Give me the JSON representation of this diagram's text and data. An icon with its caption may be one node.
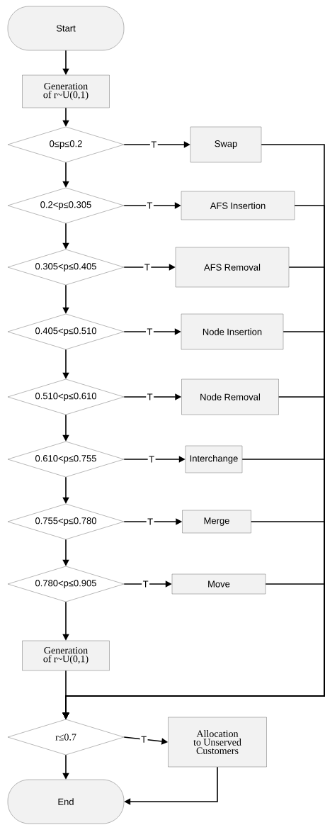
{
  "diagram": {
    "nodes": [
      {
        "text": [
          "Start"
        ]
      },
      {
        "text": [
          "Generation of r~U(0,1)"
        ]
      },
      {
        "text": [
          "0≤p≤0.2"
        ]
      },
      {
        "text": [
          "Swap"
        ]
      },
      {
        "text": [
          "0.2<p≤0.305"
        ]
      },
      {
        "text": [
          "AFS Insertion"
        ]
      },
      {
        "text": [
          "0.305<p≤0.405"
        ]
      },
      {
        "text": [
          "AFS Removal"
        ]
      },
      {
        "text": [
          "0.405<p≤0.510"
        ]
      },
      {
        "text": [
          "Node Insertion"
        ]
      },
      {
        "text": [
          "0.510<p≤0.610"
        ]
      },
      {
        "text": [
          "Node Removal"
        ]
      },
      {
        "text": [
          "0.610<p≤0.755"
        ]
      },
      {
        "text": [
          "Interchange"
        ]
      },
      {
        "text": [
          "0.755<p≤0.780"
        ]
      },
      {
        "text": [
          "Merge"
        ]
      },
      {
        "text": [
          "0.780<p≤0.905"
        ]
      },
      {
        "text": [
          "Move"
        ]
      },
      {
        "text": [
          "Generation of r~U(0,1)"
        ]
      },
      {
        "text": [
          "r≤0.7"
        ]
      },
      {
        "text": [
          "Allocation to Unserved Customers"
        ]
      },
      {
        "text": [
          "End"
        ]
      }
    ],
    "edges": [
      {
        "from": 0,
        "to": 1,
        "arrow": "to"
      },
      {
        "from": 1,
        "to": 2,
        "arrow": "to"
      },
      {
        "from": 2,
        "to": 3,
        "label": "T",
        "arrow": "to"
      },
      {
        "from": 2,
        "to": 4,
        "arrow": "to"
      },
      {
        "from": 4,
        "to": 5,
        "label": "T",
        "arrow": "to"
      },
      {
        "from": 4,
        "to": 6,
        "arrow": "to"
      },
      {
        "from": 6,
        "to": 7,
        "label": "T",
        "arrow": "to"
      },
      {
        "from": 6,
        "to": 8,
        "arrow": "to"
      },
      {
        "from": 8,
        "to": 9,
        "label": "T",
        "arrow": "to"
      },
      {
        "from": 8,
        "to": 10,
        "arrow": "to"
      },
      {
        "from": 10,
        "to": 11,
        "label": "T",
        "arrow": "to"
      },
      {
        "from": 10,
        "to": 12,
        "arrow": "to"
      },
      {
        "from": 12,
        "to": 13,
        "label": "T",
        "arrow": "to"
      },
      {
        "from": 12,
        "to": 14,
        "arrow": "to"
      },
      {
        "from": 14,
        "to": 15,
        "label": "T",
        "arrow": "to"
      },
      {
        "from": 14,
        "to": 16,
        "arrow": "to"
      },
      {
        "from": 16,
        "to": 17,
        "label": "T",
        "arrow": "to"
      },
      {
        "from": 16,
        "to": 18,
        "arrow": "to"
      },
      {
        "from": 18,
        "to": 19,
        "arrow": "to"
      },
      {
        "from": 3,
        "to": 19,
        "arrow": "to"
      },
      {
        "from": 5,
        "to": 19,
        "arrow": "to"
      },
      {
        "from": 7,
        "to": 19,
        "arrow": "to"
      },
      {
        "from": 9,
        "to": 19,
        "arrow": "to"
      },
      {
        "from": 11,
        "to": 19,
        "arrow": "to"
      },
      {
        "from": 13,
        "to": 19,
        "arrow": "to"
      },
      {
        "from": 15,
        "to": 19,
        "arrow": "to"
      },
      {
        "from": 17,
        "to": 19,
        "arrow": "to"
      },
      {
        "from": 19,
        "to": 20,
        "label": "T",
        "arrow": "to"
      },
      {
        "from": 19,
        "to": 21,
        "arrow": "to"
      },
      {
        "from": 20,
        "to": 21,
        "arrow": "to"
      }
    ]
  }
}
